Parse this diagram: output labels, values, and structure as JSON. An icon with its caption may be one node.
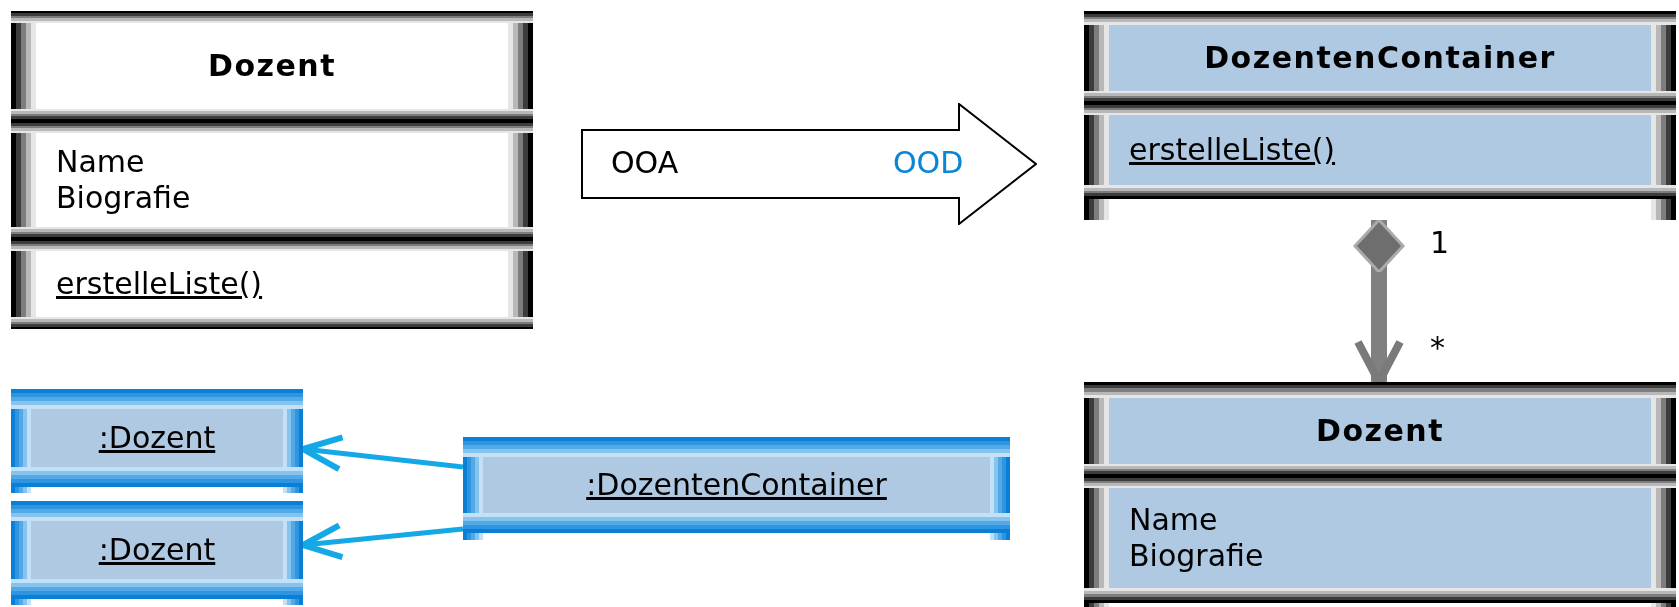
{
  "diagram": {
    "nodes": [
      {
        "text": [
          "Dozent",
          "Name Biografie",
          "erstelleListe()"
        ]
      },
      {
        "text": [
          "OOA",
          "OOD"
        ]
      },
      {
        "text": [
          "DozentenContainer",
          "erstelleListe()"
        ]
      },
      {
        "text": [
          "Dozent",
          "Name Biografie"
        ]
      },
      {
        "text": [
          ":Dozent"
        ]
      },
      {
        "text": [
          ":Dozent"
        ]
      },
      {
        "text": [
          ":DozentenContainer"
        ]
      }
    ],
    "edges": [
      {
        "from": 2,
        "to": 3,
        "arrow": "to",
        "style": "thick",
        "color": "#808080"
      },
      {
        "from": 6,
        "to": 4,
        "arrow": "to"
      },
      {
        "from": 6,
        "to": 5,
        "arrow": "to"
      },
      {
        "from": 0,
        "to": 2,
        "arrow": "to"
      }
    ],
    "labels": [
      "1",
      "*"
    ]
  }
}
